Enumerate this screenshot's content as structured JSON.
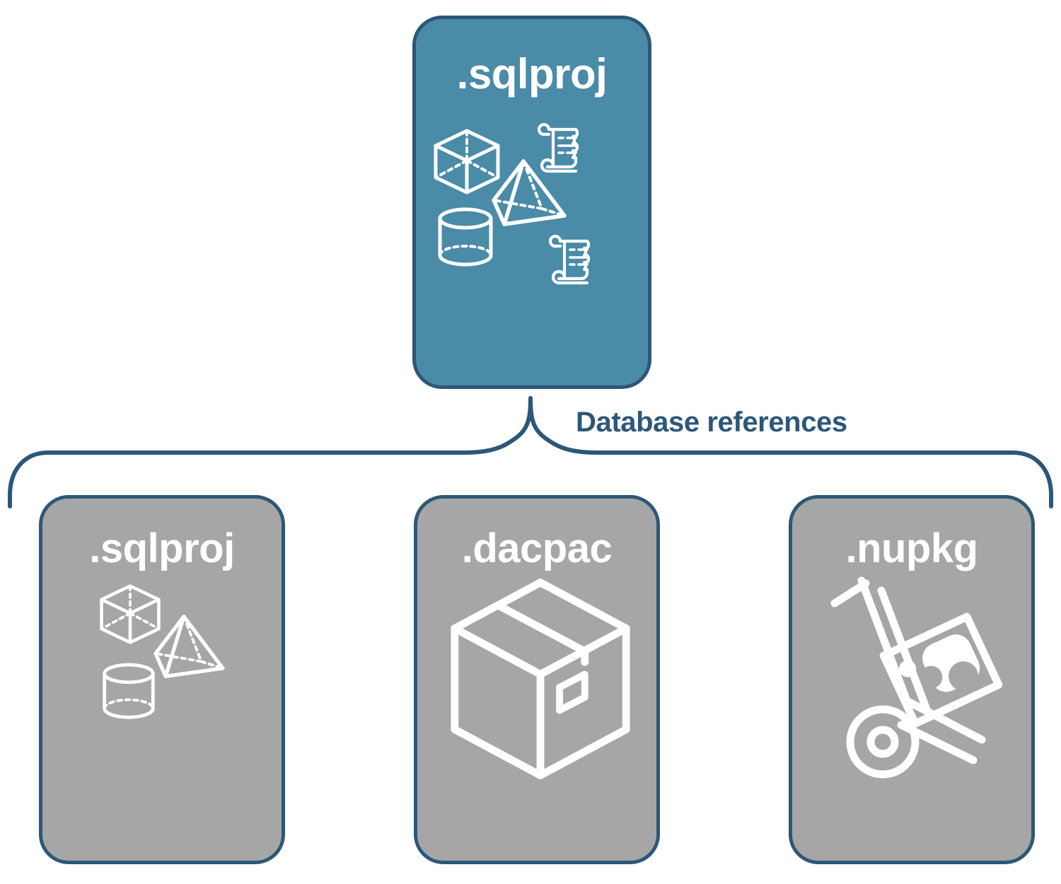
{
  "diagram": {
    "title": "SQL database project database references",
    "colors": {
      "primary_fill": "#4a8ba8",
      "secondary_fill": "#a6a6a6",
      "border": "#2d5777",
      "label_text": "#2d5777",
      "node_text": "#ffffff",
      "background": "#ffffff"
    },
    "root": {
      "label": ".sqlproj",
      "icons": [
        "wireframe-cube-icon",
        "wireframe-pyramid-icon",
        "wireframe-cylinder-icon",
        "script-scroll-icon",
        "script-scroll-icon"
      ]
    },
    "connector": {
      "label": "Database references",
      "type": "curly-brace"
    },
    "children": [
      {
        "label": ".sqlproj",
        "icons": [
          "wireframe-cube-icon",
          "wireframe-pyramid-icon",
          "wireframe-cylinder-icon"
        ]
      },
      {
        "label": ".dacpac",
        "icons": [
          "package-box-icon"
        ]
      },
      {
        "label": ".nupkg",
        "icons": [
          "hand-truck-package-icon"
        ]
      }
    ]
  }
}
